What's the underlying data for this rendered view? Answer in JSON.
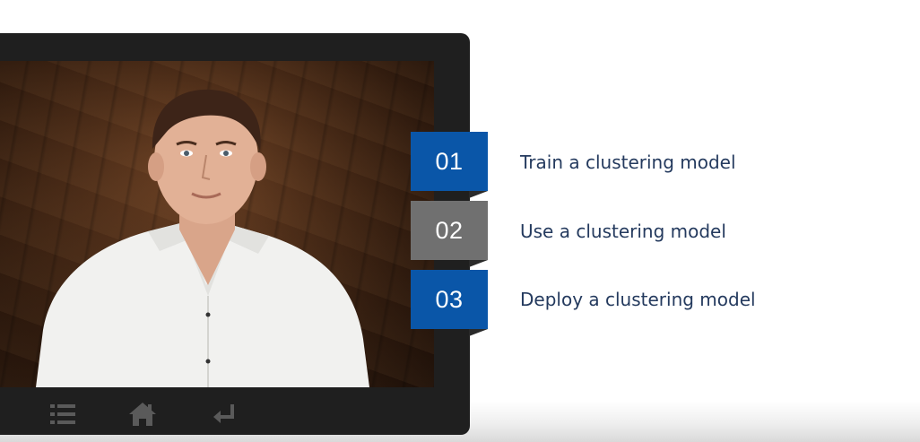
{
  "colors": {
    "accent_blue": "#0a56a8",
    "inactive_gray": "#707070",
    "label_navy": "#243a5e",
    "player_frame": "#1f1f1f"
  },
  "player": {
    "controls": [
      {
        "name": "menu-list-icon"
      },
      {
        "name": "home-icon"
      },
      {
        "name": "return-arrow-icon"
      }
    ]
  },
  "agenda": {
    "items": [
      {
        "number": "01",
        "label": "Train a clustering model",
        "state": "active",
        "color": "#0a56a8"
      },
      {
        "number": "02",
        "label": "Use a clustering model",
        "state": "inactive",
        "color": "#707070"
      },
      {
        "number": "03",
        "label": "Deploy a clustering model",
        "state": "active",
        "color": "#0a56a8"
      }
    ]
  }
}
